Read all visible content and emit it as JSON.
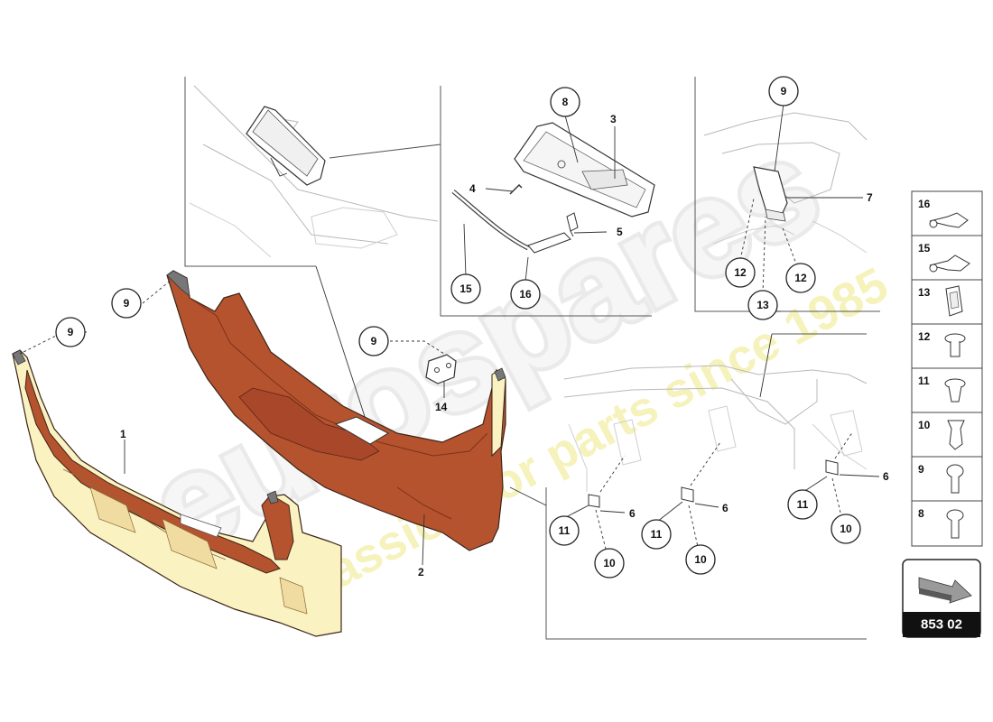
{
  "watermark": {
    "brand": "eurospares",
    "tagline": "a passion for parts since 1985"
  },
  "main_callouts": {
    "c9_left": "9",
    "c9_mid": "9",
    "c9_bracket": "9",
    "c1": "1",
    "c2": "2",
    "c14": "14"
  },
  "detail_handle": {
    "c8": "8",
    "c3": "3",
    "c4": "4",
    "c5": "5",
    "c15": "15",
    "c16": "16"
  },
  "detail_bracket": {
    "c9": "9",
    "c7": "7",
    "c12a": "12",
    "c12b": "12",
    "c13": "13"
  },
  "detail_lower": {
    "c6a": "6",
    "c6b": "6",
    "c6c": "6",
    "c11a": "11",
    "c11b": "11",
    "c11c": "11",
    "c10a": "10",
    "c10b": "10",
    "c10c": "10"
  },
  "legend": {
    "rows": [
      "16",
      "15",
      "13",
      "12",
      "11",
      "10",
      "9",
      "8"
    ]
  },
  "diagram_number": "853 02",
  "colors": {
    "trim_dark": "#b5532f",
    "trim_mid": "#a8472a",
    "trim_light": "#fbf2c2",
    "watermark_fill": "#e9e9e9",
    "watermark_text": "#f1eba0",
    "label_box": "#111111"
  }
}
